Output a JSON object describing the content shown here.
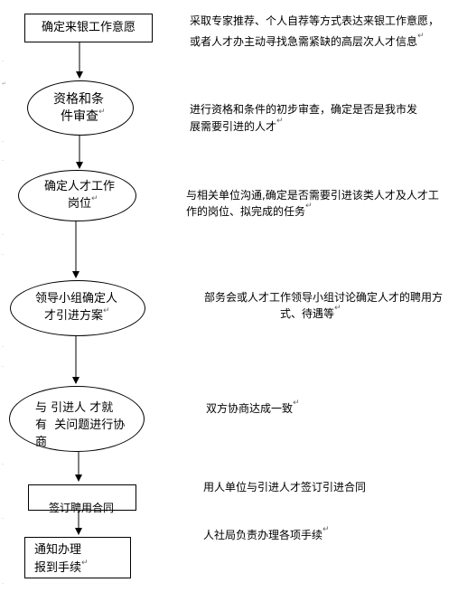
{
  "steps": [
    {
      "lines": [
        "确定来银工作意愿"
      ],
      "desc": [
        "采取专家推荐、个人自荐等方式表达来银工作意愿，",
        "或者人才办主动寻找急需紧缺的高层次人才信息"
      ]
    },
    {
      "lines": [
        "资格和条",
        "件审查"
      ],
      "desc": [
        "进行资格和条件的初步审查，确定是否是我市发",
        "展需要引进的人才"
      ]
    },
    {
      "lines": [
        "确定人才工作",
        "岗位"
      ],
      "desc": [
        "与相关单位沟通,确定是否需要引进该类人才及人才工",
        "作的岗位、拟完成的任务"
      ]
    },
    {
      "lines": [
        "领导小组确定人",
        "才引进方案"
      ],
      "desc": [
        "部务会或人才工作领导小组讨论确定人才的聘用方",
        "式、待遇等"
      ]
    },
    {
      "lines": [
        "与 引进人 才就",
        "有  关问题进行协",
        "商"
      ],
      "desc": [
        "双方协商达成一致"
      ]
    },
    {
      "lines": [
        "签订聘用合同"
      ],
      "desc": [
        "用人单位与引进人才签订引进合同"
      ]
    },
    {
      "lines": [
        "通知办理",
        "报到手续"
      ],
      "desc": [
        "人社局负责办理各项手续"
      ]
    }
  ],
  "marks": {
    "return": "↵"
  }
}
